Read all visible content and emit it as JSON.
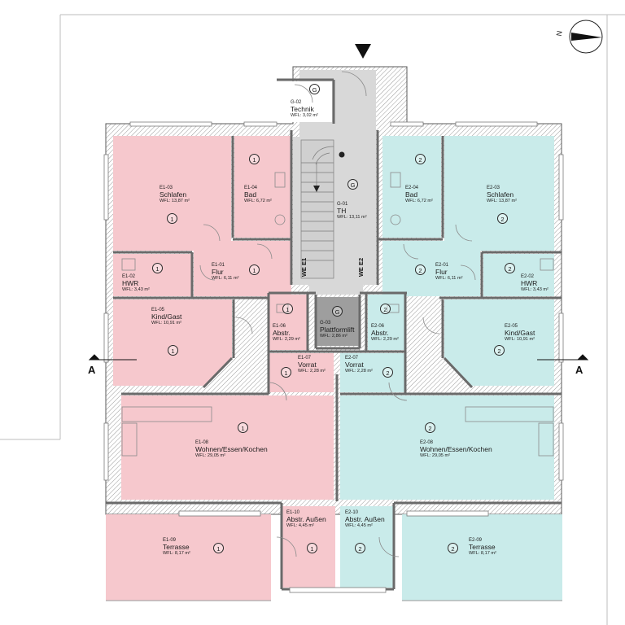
{
  "colors": {
    "unit1": "#f6c8cd",
    "unit2": "#c9ebea",
    "common": "#d8d8d8",
    "lift": "#9e9e9e"
  },
  "units": {
    "we1": "WE E1",
    "we2": "WE E2"
  },
  "section_marker": "A",
  "rooms": [
    {
      "id": "r-g02",
      "code": "G-02",
      "name": "Technik",
      "area": "WFL: 3,02 m²",
      "badge": "G"
    },
    {
      "id": "r-g01",
      "code": "G-01",
      "name": "TH",
      "area": "WFL: 13,11 m²",
      "badge": "G"
    },
    {
      "id": "r-g03",
      "code": "G-03",
      "name": "Plattformlift",
      "area": "WFL: 2,86 m²",
      "badge": "G"
    },
    {
      "id": "r-e103",
      "code": "E1-03",
      "name": "Schlafen",
      "area": "WFL: 13,87 m²",
      "badge": "1"
    },
    {
      "id": "r-e104",
      "code": "E1-04",
      "name": "Bad",
      "area": "WFL: 6,72 m²",
      "badge": "1"
    },
    {
      "id": "r-e102",
      "code": "E1-02",
      "name": "HWR",
      "area": "WFL: 3,43 m²",
      "badge": "1"
    },
    {
      "id": "r-e101",
      "code": "E1-01",
      "name": "Flur",
      "area": "WFL: 6,11 m²",
      "badge": "1"
    },
    {
      "id": "r-e105",
      "code": "E1-05",
      "name": "Kind/Gast",
      "area": "WFL: 10,91 m²",
      "badge": "1"
    },
    {
      "id": "r-e106",
      "code": "E1-06",
      "name": "Abstr.",
      "area": "WFL: 2,29 m²",
      "badge": "1"
    },
    {
      "id": "r-e107",
      "code": "E1-07",
      "name": "Vorrat",
      "area": "WFL: 2,28 m²",
      "badge": "1"
    },
    {
      "id": "r-e108",
      "code": "E1-08",
      "name": "Wohnen/Essen/Kochen",
      "area": "WFL: 29,05 m²",
      "badge": "1"
    },
    {
      "id": "r-e109",
      "code": "E1-09",
      "name": "Terrasse",
      "area": "WFL: 8,17 m²",
      "badge": "1"
    },
    {
      "id": "r-e110",
      "code": "E1-10",
      "name": "Abstr. Außen",
      "area": "WFL: 4,45 m²",
      "badge": "1"
    },
    {
      "id": "r-e204",
      "code": "E2-04",
      "name": "Bad",
      "area": "WFL: 6,72 m²",
      "badge": "2"
    },
    {
      "id": "r-e203",
      "code": "E2-03",
      "name": "Schlafen",
      "area": "WFL: 13,87 m²",
      "badge": "2"
    },
    {
      "id": "r-e201",
      "code": "E2-01",
      "name": "Flur",
      "area": "WFL: 6,11 m²",
      "badge": "2"
    },
    {
      "id": "r-e202",
      "code": "E2-02",
      "name": "HWR",
      "area": "WFL: 3,43 m²",
      "badge": "2"
    },
    {
      "id": "r-e206",
      "code": "E2-06",
      "name": "Abstr.",
      "area": "WFL: 2,29 m²",
      "badge": "2"
    },
    {
      "id": "r-e205",
      "code": "E2-05",
      "name": "Kind/Gast",
      "area": "WFL: 10,91 m²",
      "badge": "2"
    },
    {
      "id": "r-e207",
      "code": "E2-07",
      "name": "Vorrat",
      "area": "WFL: 2,28 m²",
      "badge": "2"
    },
    {
      "id": "r-e208",
      "code": "E2-08",
      "name": "Wohnen/Essen/Kochen",
      "area": "WFL: 29,05 m²",
      "badge": "2"
    },
    {
      "id": "r-e210",
      "code": "E2-10",
      "name": "Abstr. Außen",
      "area": "WFL: 4,45 m²",
      "badge": "2"
    },
    {
      "id": "r-e209",
      "code": "E2-09",
      "name": "Terrasse",
      "area": "WFL: 8,17 m²",
      "badge": "2"
    }
  ],
  "compass": {
    "label": "N"
  }
}
